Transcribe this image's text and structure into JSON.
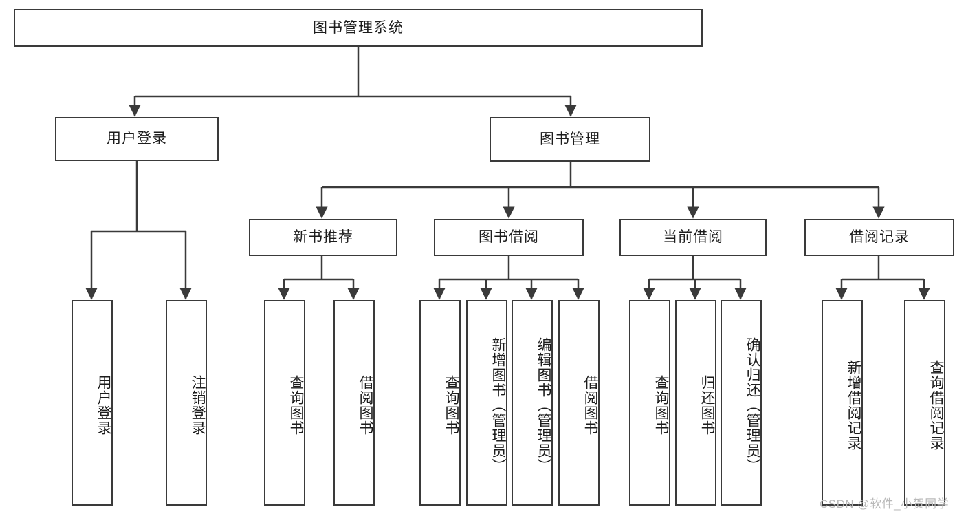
{
  "diagram": {
    "title": "图书管理系统",
    "type": "tree-hierarchy",
    "root": {
      "label": "图书管理系统"
    },
    "level2": [
      {
        "label": "用户登录"
      },
      {
        "label": "图书管理"
      }
    ],
    "level3": [
      {
        "label": "新书推荐"
      },
      {
        "label": "图书借阅"
      },
      {
        "label": "当前借阅"
      },
      {
        "label": "借阅记录"
      }
    ],
    "leaves": {
      "user_login": [
        {
          "label": "用户登录"
        },
        {
          "label": "注销登录"
        }
      ],
      "new_book_recommend": [
        {
          "label": "查询图书"
        },
        {
          "label": "借阅图书"
        }
      ],
      "book_borrow": [
        {
          "label": "查询图书"
        },
        {
          "label": "新增图书（管理员）"
        },
        {
          "label": "编辑图书（管理员）"
        },
        {
          "label": "借阅图书"
        }
      ],
      "current_borrow": [
        {
          "label": "查询图书"
        },
        {
          "label": "归还图书"
        },
        {
          "label": "确认归还（管理员）"
        }
      ],
      "borrow_record": [
        {
          "label": "新增借阅记录"
        },
        {
          "label": "查询借阅记录"
        }
      ]
    }
  },
  "watermark": {
    "text": "CSDN @软件_小贺同学"
  },
  "colors": {
    "stroke": "#3a3a3a",
    "text": "#1c1c1c",
    "background": "#ffffff",
    "watermark": "#b9b9b9"
  }
}
